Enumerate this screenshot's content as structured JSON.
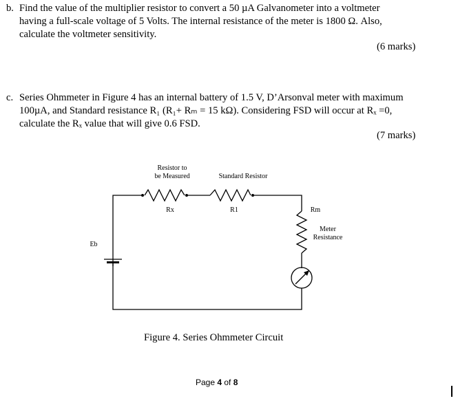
{
  "question_b": {
    "label": "b.",
    "line1": "Find the value of the multiplier resistor to convert a 50 µA Galvanometer into a voltmeter",
    "line2": "having a full-scale voltage of 5 Volts. The internal resistance of the meter is 1800 Ω. Also,",
    "line3": "calculate the voltmeter sensitivity.",
    "marks": "(6 marks)"
  },
  "question_c": {
    "label": "c.",
    "line1": "Series Ohmmeter in Figure 4 has an internal battery of 1.5 V, D’Arsonval meter with maximum",
    "line2": "100µA, and Standard resistance R₁ (R₁+ Rₘ = 15 kΩ). Considering FSD will occur at Rₓ =0,",
    "line3": "calculate the Rₓ value that will give 0.6 FSD.",
    "marks": "(7 marks)"
  },
  "figure": {
    "resistor_measured_line1": "Resistor to",
    "resistor_measured_line2": "be Measured",
    "standard_resistor": "Standard Resistor",
    "rx": "Rx",
    "r1": "R1",
    "rm": "Rm",
    "meter_line1": "Meter",
    "meter_line2": "Resistance",
    "eb": "Eb",
    "caption": "Figure 4. Series Ohmmeter Circuit"
  },
  "footer": {
    "page_prefix": "Page ",
    "page_num": "4",
    "page_of": " of ",
    "page_total": "8"
  }
}
